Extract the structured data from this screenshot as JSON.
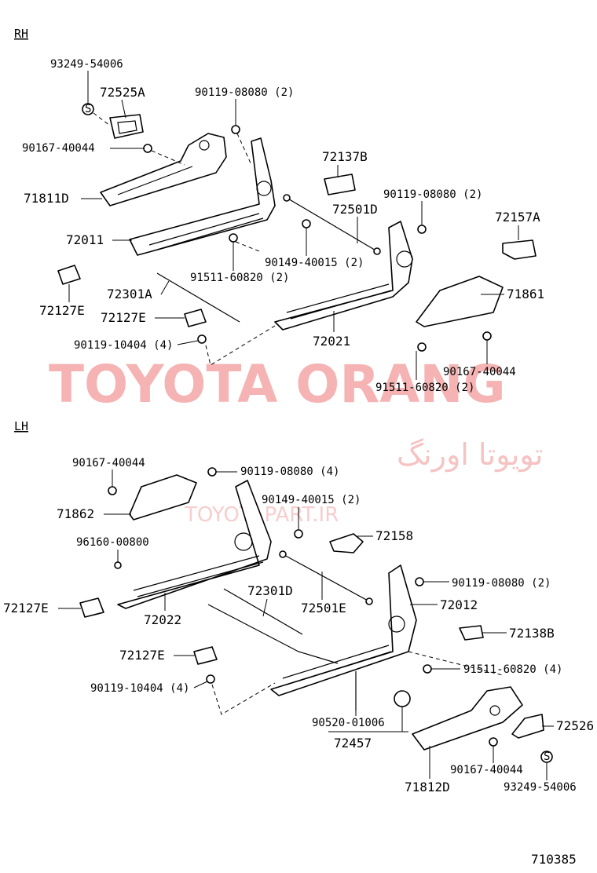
{
  "sections": {
    "rh": "RH",
    "lh": "LH"
  },
  "watermark": {
    "main": "TOYOTA ORANG",
    "persian": "تویوتا اورنگ",
    "url": "TOYOTAPART.IR"
  },
  "diagram_code": "710385",
  "rh_labels": {
    "p93249_54006": "93249-54006",
    "p72525A": "72525A",
    "p90119_08080_a": "90119-08080 (2)",
    "p90167_40044_a": "90167-40044",
    "p72137B": "72137B",
    "p71811D": "71811D",
    "p90119_08080_b": "90119-08080 (2)",
    "p72501D": "72501D",
    "p72157A": "72157A",
    "p72011": "72011",
    "p90149_40015": "90149-40015 (2)",
    "p91511_60820_a": "91511-60820 (2)",
    "p72301A": "72301A",
    "p72127E_a": "72127E",
    "p71861": "71861",
    "p72127E_b": "72127E",
    "p72021": "72021",
    "p90119_10404": "90119-10404 (4)",
    "p90167_40044_b": "90167-40044",
    "p91511_60820_b": "91511-60820 (2)"
  },
  "lh_labels": {
    "p90167_40044_a": "90167-40044",
    "p90119_08080_a": "90119-08080 (4)",
    "p71862": "71862",
    "p90149_40015": "90149-40015 (2)",
    "p96160_00800": "96160-00800",
    "p72158": "72158",
    "p72301D": "72301D",
    "p90119_08080_b": "90119-08080 (2)",
    "p72501E": "72501E",
    "p72012": "72012",
    "p72127E_a": "72127E",
    "p72022": "72022",
    "p72138B": "72138B",
    "p72127E_b": "72127E",
    "p91511_60820": "91511-60820 (4)",
    "p90119_10404": "90119-10404 (4)",
    "p72526": "72526",
    "p90520_01006": "90520-01006",
    "p72457": "72457",
    "p90167_40044_b": "90167-40044",
    "p93249_54006": "93249-54006",
    "p71812D": "71812D"
  }
}
